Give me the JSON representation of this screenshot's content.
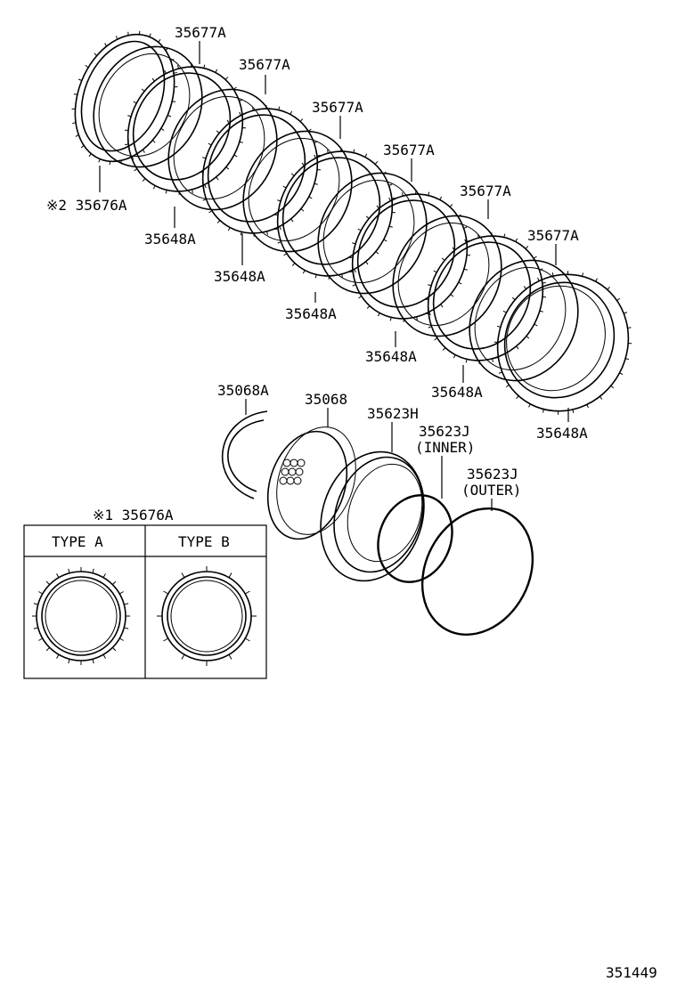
{
  "labels": {
    "l1": "35677A",
    "l2": "35677A",
    "l3": "35677A",
    "l4": "35677A",
    "l5": "35677A",
    "l6": "35677A",
    "l7": "※2 35676A",
    "l8": "35648A",
    "l9": "35648A",
    "l10": "35648A",
    "l11": "35648A",
    "l12": "35648A",
    "l13": "35648A",
    "l14": "35068A",
    "l15": "35068",
    "l16": "35623H",
    "l17": "35623J",
    "l18": "(INNER)",
    "l19": "35623J",
    "l20": "(OUTER)",
    "l21": "※1 35676A",
    "type_a": "TYPE A",
    "type_b": "TYPE B",
    "figure_number": "351449"
  }
}
